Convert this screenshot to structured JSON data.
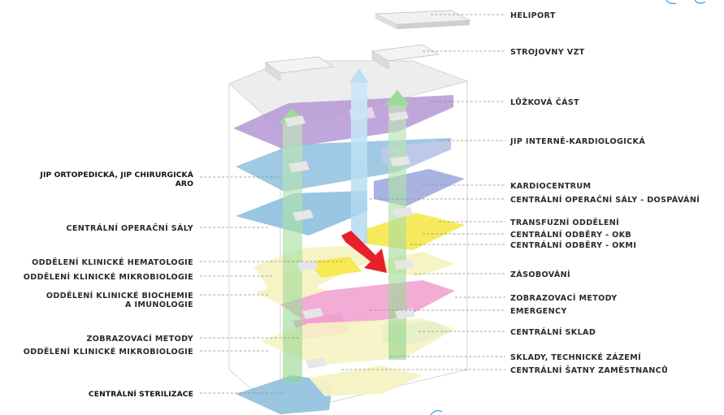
{
  "colors": {
    "purple": "#b89ad6",
    "blue": "#8fc0de",
    "lightblue": "#b3d9ee",
    "yellow": "#f5e84e",
    "paleyellow": "#f6f3c4",
    "pink": "#ef9fcf",
    "green": "#8fd48a",
    "red": "#e8202a",
    "grey": "#e4e4e4"
  },
  "labels_right": [
    "HELIPORT",
    "STROJOVNY VZT",
    "LŮŽKOVÁ ČÁST",
    "JIP INTERNĚ-KARDIOLOGICKÁ",
    "KARDIOCENTRUM",
    "CENTRÁLNÍ OPERAČNÍ SÁLY - DOSPÁVÁNÍ",
    "TRANSFUZNÍ ODDĚLENÍ",
    "CENTRÁLNÍ ODBĚRY - OKB",
    "CENTRÁLNÍ ODBĚRY - OKMI",
    "ZÁSOBOVÁNÍ",
    "ZOBRAZOVACÍ METODY",
    "EMERGENCY",
    "CENTRÁLNÍ SKLAD",
    "SKLADY, TECHNICKÉ ZÁZEMÍ",
    "CENTRÁLNÍ ŠATNY ZAMĚSTNANCŮ"
  ],
  "labels_left": [
    "JIP ORTOPEDICKÁ, JIP CHIRURGICKÁ",
    "ARO",
    "CENTRÁLNÍ OPERAČNÍ SÁLY",
    "ODDĚLENÍ KLINICKÉ HEMATOLOGIE",
    "ODDĚLENÍ KLINICKÉ MIKROBIOLOGIE",
    "ODDĚLENÍ KLINICKÉ BIOCHEMIE",
    "A IMUNOLOGIE",
    "ZOBRAZOVACÍ METODY",
    "ODDĚLENÍ KLINICKÉ MIKROBIOLOGIE",
    "CENTRÁLNÍ STERILIZACE"
  ]
}
